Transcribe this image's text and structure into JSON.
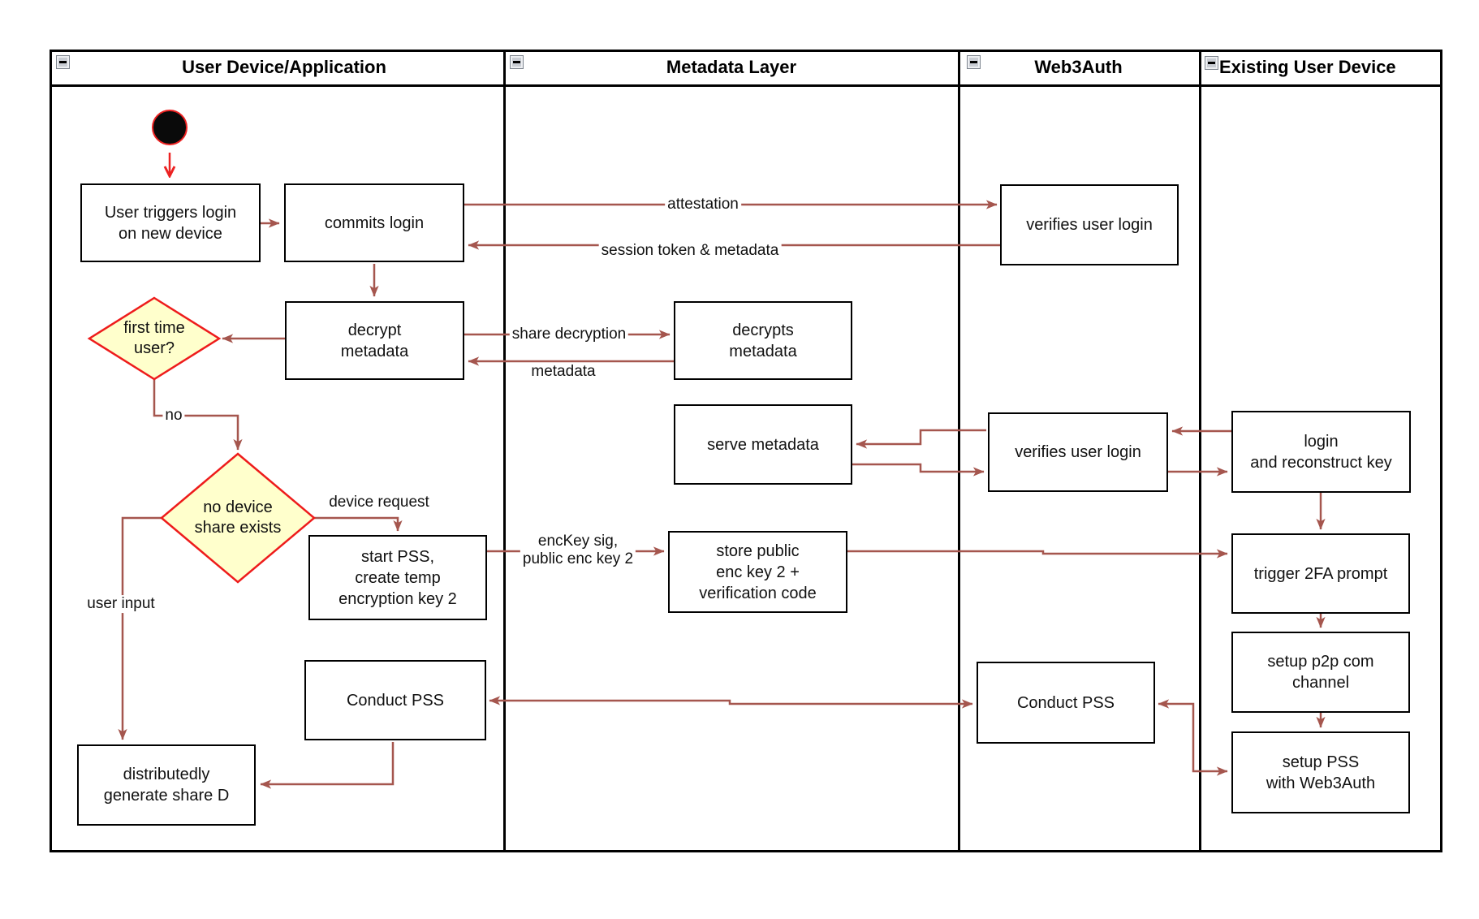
{
  "pool": {
    "lanes": [
      {
        "title": "User Device/Application"
      },
      {
        "title": "Metadata Layer"
      },
      {
        "title": "Web3Auth"
      },
      {
        "title": "Existing User Device"
      }
    ],
    "collapse_icon": "minus"
  },
  "nodes": {
    "start": {
      "type": "initial-state"
    },
    "user_triggers": {
      "label": "User triggers login\non new device"
    },
    "commits_login": {
      "label": "commits login"
    },
    "decrypt_metadata": {
      "label": "decrypt\nmetadata"
    },
    "first_time_user": {
      "label": "first time\nuser?",
      "type": "decision"
    },
    "no_device_share": {
      "label": "no device\nshare exists",
      "type": "decision"
    },
    "start_pss": {
      "label": "start PSS,\ncreate temp\nencryption key 2"
    },
    "conduct_pss_left": {
      "label": "Conduct PSS"
    },
    "dist_generate_share": {
      "label": "distributedly\ngenerate share D"
    },
    "decrypts_metadata": {
      "label": "decrypts\nmetadata"
    },
    "serve_metadata": {
      "label": "serve metadata"
    },
    "store_public_key": {
      "label": "store public\nenc key 2 +\nverification code"
    },
    "verifies_login_top": {
      "label": "verifies user login"
    },
    "verifies_login_mid": {
      "label": "verifies user login"
    },
    "conduct_pss_right": {
      "label": "Conduct PSS"
    },
    "login_reconstruct": {
      "label": "login\nand reconstruct key"
    },
    "trigger_2fa": {
      "label": "trigger 2FA prompt"
    },
    "setup_p2p": {
      "label": "setup p2p com\nchannel"
    },
    "setup_pss": {
      "label": "setup PSS\nwith Web3Auth"
    }
  },
  "edge_labels": {
    "attestation": "attestation",
    "session_token": "session token & metadata",
    "share_decryption": "share decryption",
    "metadata": "metadata",
    "no": "no",
    "device_request": "device request",
    "user_input": "user input",
    "enc_key": "encKey sig,\npublic enc key 2"
  },
  "colors": {
    "flow_arrow": "#A5564E",
    "start_arrow": "#EC2222",
    "decision_fill": "#FFFFCC",
    "decision_stroke": "#EE1C1C",
    "node_border": "#000000",
    "node_fill": "#FFFFFF",
    "lane_border": "#000000"
  }
}
